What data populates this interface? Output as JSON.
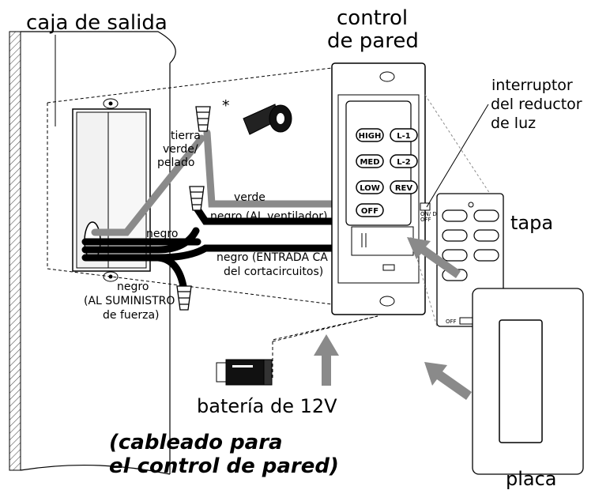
{
  "labels": {
    "outlet_box": "caja de salida",
    "wall_control": [
      "control",
      "de pared"
    ],
    "dimmer_switch": [
      "interruptor",
      "del reductor",
      "de luz"
    ],
    "cover": "tapa",
    "plate": "placa",
    "battery": "batería de 12V",
    "asterisk": "*",
    "ground_wire": [
      "tierra",
      "verde/",
      "pelado"
    ],
    "green_wire": "verde",
    "black_to_fan": "negro (AL ventilador)",
    "black": "negro",
    "black_ac_in": [
      "negro (ENTRADA CA",
      "del cortacircuitos)"
    ],
    "black_to_supply": [
      "negro",
      "(AL SUMINISTRO",
      "de fuerza)"
    ],
    "caption": [
      "(cableado para",
      "el control de pared)"
    ]
  },
  "buttons": {
    "high": "HIGH",
    "l1": "L-1",
    "med": "MED",
    "l2": "L-2",
    "low": "LOW",
    "rev": "REV",
    "off": "OFF"
  },
  "switch_text": [
    "ON/ DIM",
    "OFF"
  ],
  "cover_off": "OFF",
  "colors": {
    "wire_black": "#000000",
    "wire_green": "#8a8a8a",
    "arrow": "#8a8a8a",
    "wall_hatch": "#555555"
  }
}
